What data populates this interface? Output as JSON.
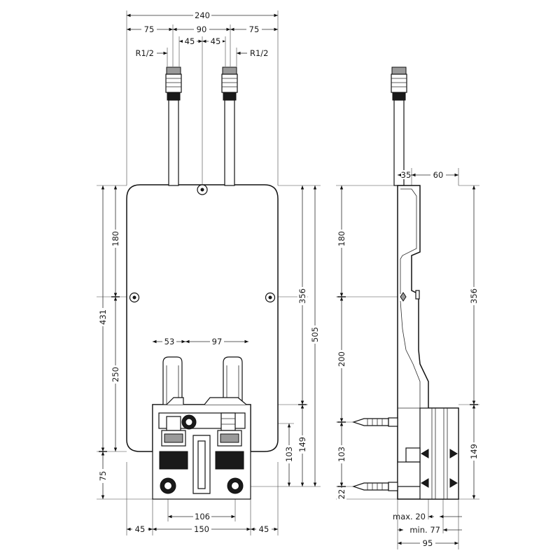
{
  "front_view": {
    "dimensions": {
      "overall_width": "240",
      "left_to_pipe": "75",
      "pipe_spacing": "90",
      "right_to_pipe": "75",
      "half_left": "45",
      "half_right": "45",
      "thread_left": "R1/2",
      "thread_right": "R1/2",
      "top_section": "180",
      "lower_section": "250",
      "overall_left": "431",
      "bottom_left": "75",
      "valve_offset": "53",
      "valve_spacing": "97",
      "right_upper": "356",
      "right_overall": "505",
      "right_103": "103",
      "right_149": "149",
      "bottom_106": "106",
      "bottom_left_45": "45",
      "bottom_150": "150",
      "bottom_right_45": "45"
    }
  },
  "side_view": {
    "dimensions": {
      "top_depth": "35",
      "top_offset": "60",
      "upper": "180",
      "middle": "200",
      "lower": "103",
      "bottom": "22",
      "right_upper": "356",
      "right_lower": "149",
      "max_label": "max. 20",
      "min_label": "min. 77",
      "overall_depth": "95"
    }
  }
}
